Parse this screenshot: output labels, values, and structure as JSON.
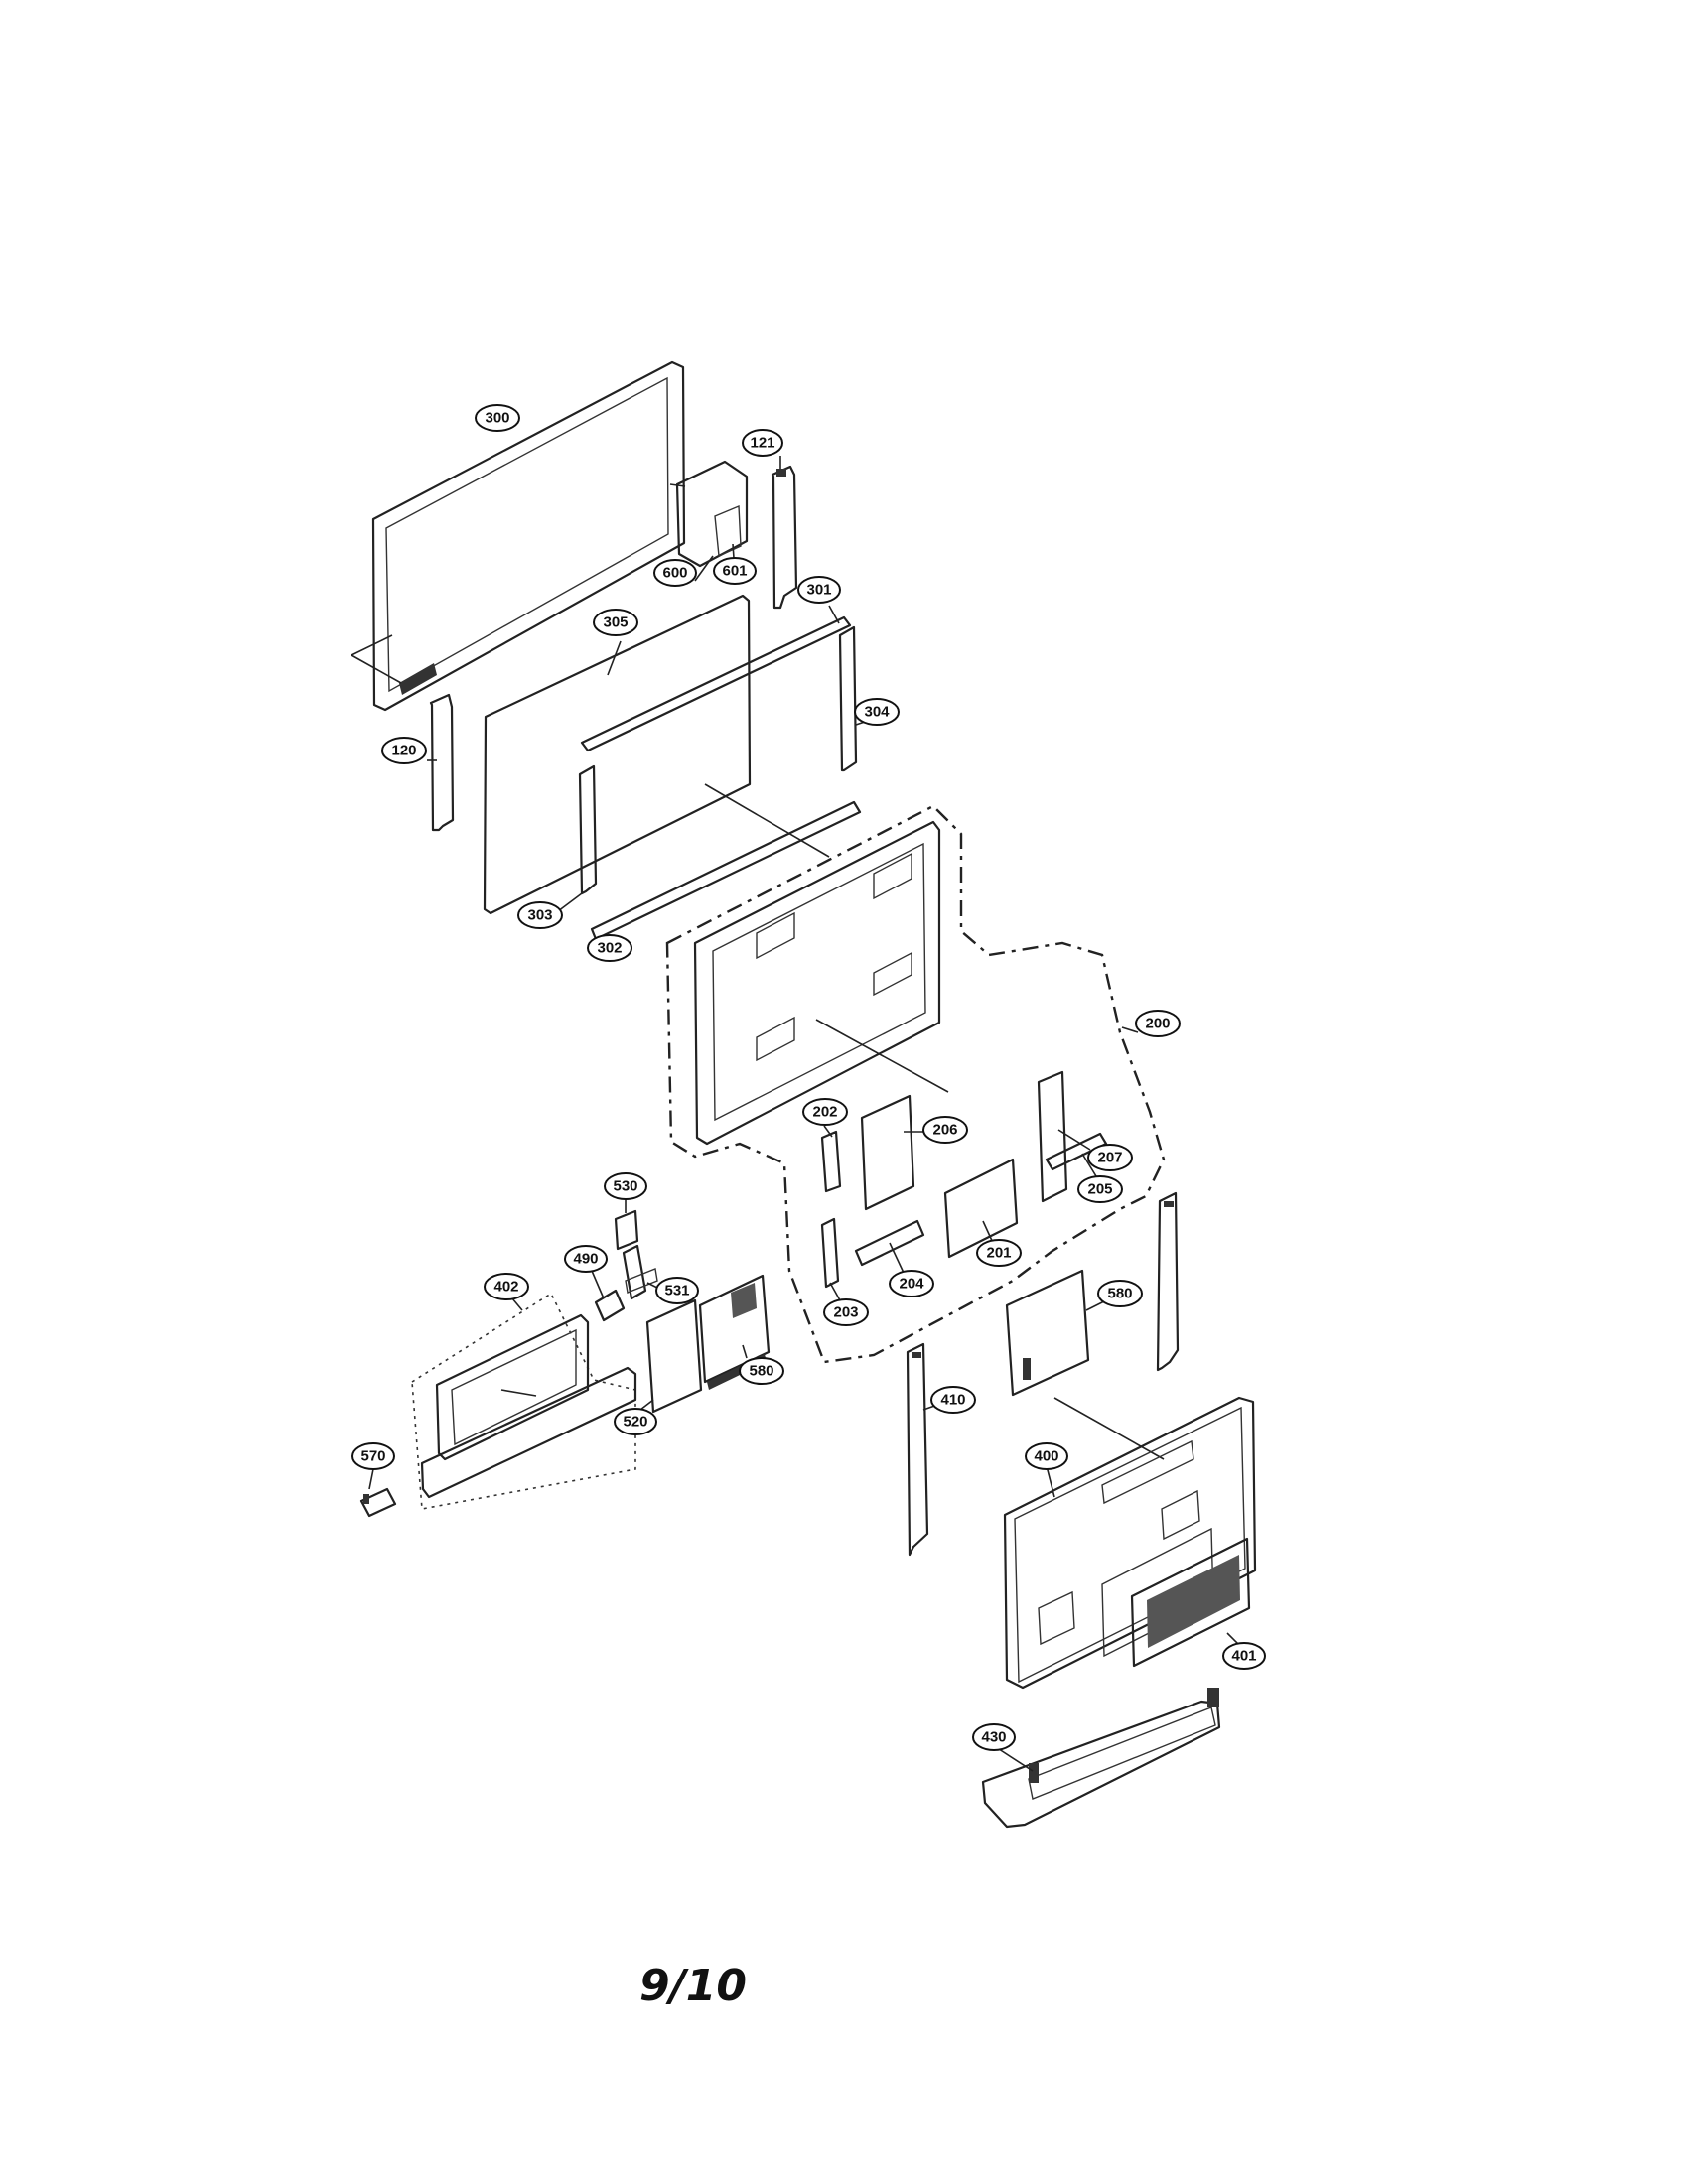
{
  "page": {
    "number": "9/10"
  },
  "callouts": {
    "c300": "300",
    "c121": "121",
    "c600": "600",
    "c601": "601",
    "c301": "301",
    "c305": "305",
    "c304": "304",
    "c120": "120",
    "c303": "303",
    "c302": "302",
    "c200": "200",
    "c207": "207",
    "c202": "202",
    "c206": "206",
    "c205": "205",
    "c201": "201",
    "c204": "204",
    "c203": "203",
    "c530": "530",
    "c490": "490",
    "c531": "531",
    "c402": "402",
    "c580a": "580",
    "c520": "520",
    "c580b": "580",
    "c410": "410",
    "c570": "570",
    "c400": "400",
    "c401": "401",
    "c430": "430"
  }
}
